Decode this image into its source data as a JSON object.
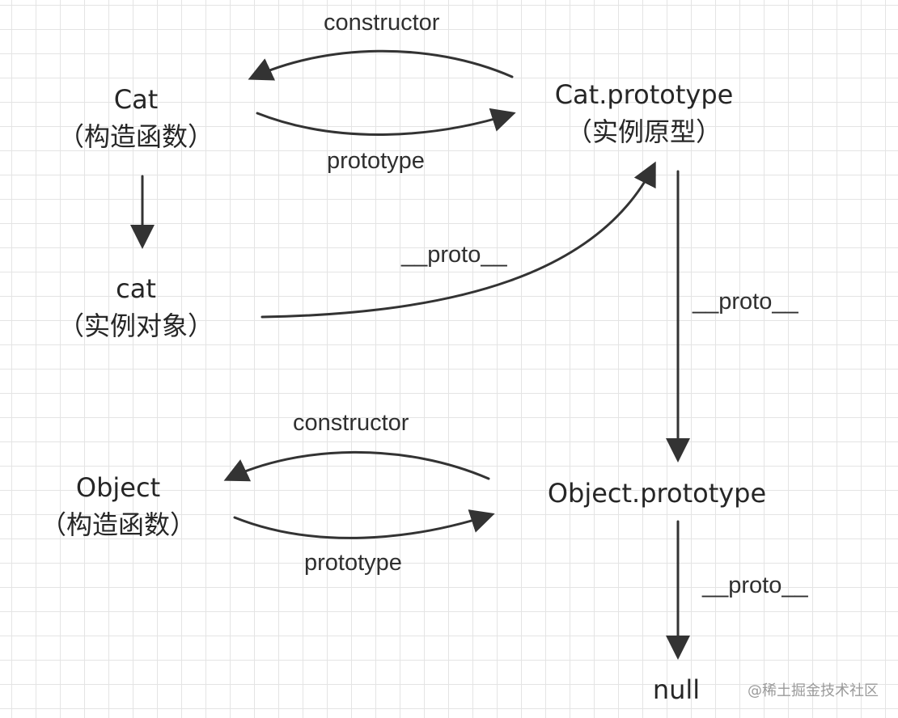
{
  "nodes": {
    "cat_constructor": {
      "name": "Cat",
      "sub": "（构造函数）"
    },
    "cat_instance": {
      "name": "cat",
      "sub": "（实例对象）"
    },
    "cat_prototype": {
      "name": "Cat.prototype",
      "sub": "（实例原型）"
    },
    "object_constructor": {
      "name": "Object",
      "sub": "（构造函数）"
    },
    "object_prototype": {
      "name": "Object.prototype"
    },
    "null_node": {
      "name": "null"
    }
  },
  "edges": {
    "cat_constructor_label": "constructor",
    "cat_prototype_label": "prototype",
    "cat_instance_proto_label": "__proto__",
    "cat_prototype_proto_label": "__proto__",
    "object_constructor_label": "constructor",
    "object_prototype_label": "prototype",
    "object_prototype_proto_label": "__proto__"
  },
  "watermark": "@稀土掘金技术社区",
  "colors": {
    "stroke": "#333333",
    "grid": "#e4e4e4",
    "text": "#262626"
  }
}
